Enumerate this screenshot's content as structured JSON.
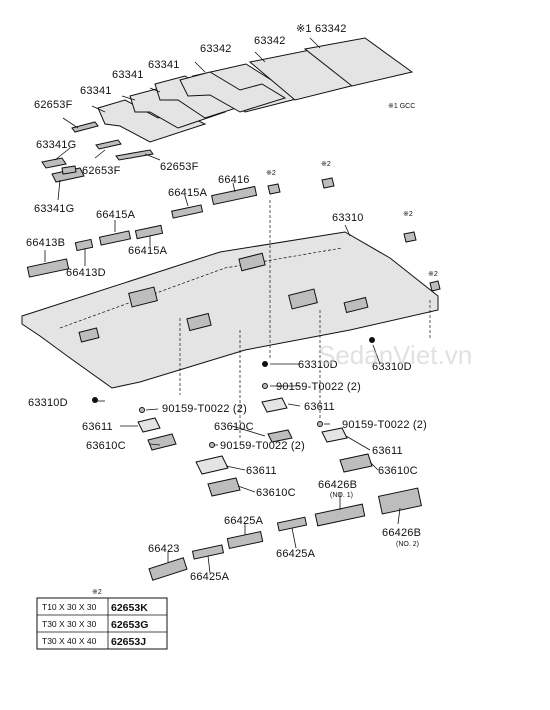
{
  "labels": {
    "p63342_star": "※1 63342",
    "p63342_a": "63342",
    "p63342_b": "63342",
    "p63341_a": "63341",
    "p63341_b": "63341",
    "p63341_c": "63341",
    "p62653F_a": "62653F",
    "p62653F_b": "62653F",
    "p62653F_c": "62653F",
    "p63341G_a": "63341G",
    "p63341G_b": "63341G",
    "note_gcc": "※1 GCC",
    "star2_a": "※2",
    "star2_b": "※2",
    "star2_c": "※2",
    "star2_d": "※2",
    "p66416": "66416",
    "p66415A_a": "66415A",
    "p66415A_b": "66415A",
    "p66415A_c": "66415A",
    "p66413B": "66413B",
    "p66413D": "66413D",
    "p63310": "63310",
    "p63310D_a": "63310D",
    "p63310D_b": "63310D",
    "p63310D_c": "63310D",
    "bolt_a": "90159-T0022 (2)",
    "bolt_b": "90159-T0022 (2)",
    "bolt_c": "90159-T0022 (2)",
    "bolt_d": "90159-T0022 (2)",
    "p63611_a": "63611",
    "p63611_b": "63611",
    "p63611_c": "63611",
    "p63611_d": "63611",
    "p63610C_a": "63610C",
    "p63610C_b": "63610C",
    "p63610C_c": "63610C",
    "p63610C_d": "63610C",
    "p66426B_a": "66426B",
    "p66426B_a_sub": "(NO. 1)",
    "p66426B_b": "66426B",
    "p66426B_b_sub": "(NO. 2)",
    "p66425A_a": "66425A",
    "p66425A_b": "66425A",
    "p66425A_c": "66425A",
    "p66423": "66423"
  },
  "watermark": "SedanViet.vn",
  "table": {
    "header": "※2",
    "rows": [
      {
        "size": "T10 X 30 X 30",
        "code": "62653K"
      },
      {
        "size": "T30 X 30 X 30",
        "code": "62653G"
      },
      {
        "size": "T30 X 40 X 40",
        "code": "62653J"
      }
    ]
  }
}
